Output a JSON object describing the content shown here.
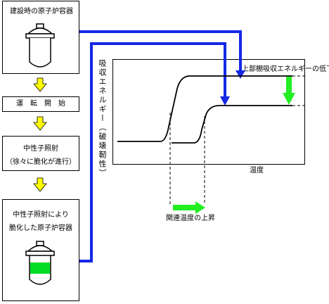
{
  "steps": {
    "s1": "建設時の原子炉容器",
    "s2": "運　転　開　始",
    "s3_line1": "中性子照射",
    "s3_line2": "（徐々に脆化が進行）",
    "s4_line1": "中性子照射により",
    "s4_line2": "脆化した原子炉容器"
  },
  "graph": {
    "ylabel": "吸収エネルギー（破壊靭性）",
    "xlabel": "温度",
    "note_upper": "上部棚吸収エネルギーの低下",
    "note_shift": "関連温度の上昇"
  },
  "colors": {
    "arrow_blue": "#1428e6",
    "arrow_yellow": "#ffff00",
    "arrow_green": "#22ee22",
    "fill_green": "#00dd22"
  }
}
